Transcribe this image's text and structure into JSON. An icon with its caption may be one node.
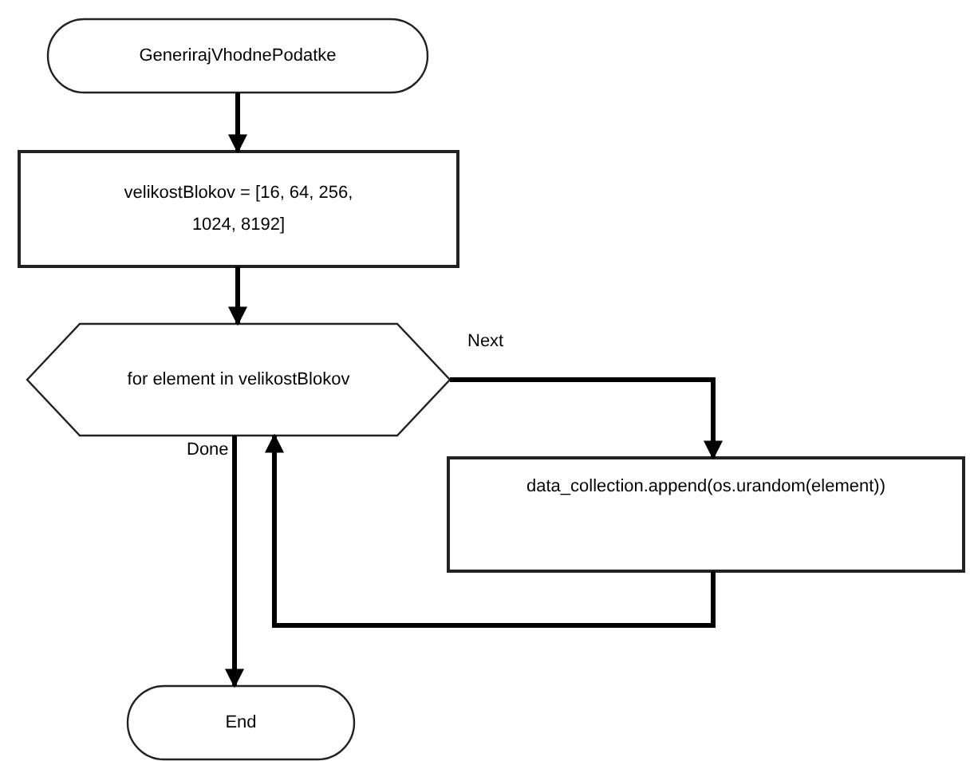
{
  "diagram": {
    "nodes": [
      {
        "text": [
          "GenerirajVhodnePodatke"
        ]
      },
      {
        "text": [
          "velikostBlokov = [16, 64, 256, 1024, 8192]"
        ]
      },
      {
        "text": [
          "for element in velikostBlokov"
        ]
      },
      {
        "text": [
          "data_collection.append(os.urandom(element))"
        ]
      },
      {
        "text": [
          "End"
        ]
      }
    ],
    "edges": [
      {
        "from": 0,
        "to": 1,
        "arrow": "to"
      },
      {
        "from": 1,
        "to": 2,
        "arrow": "to"
      },
      {
        "from": 2,
        "to": 3,
        "label": "Next",
        "arrow": "to"
      },
      {
        "from": 3,
        "to": 2,
        "arrow": "to"
      },
      {
        "from": 2,
        "to": 4,
        "label": "Done",
        "arrow": "to"
      }
    ]
  }
}
